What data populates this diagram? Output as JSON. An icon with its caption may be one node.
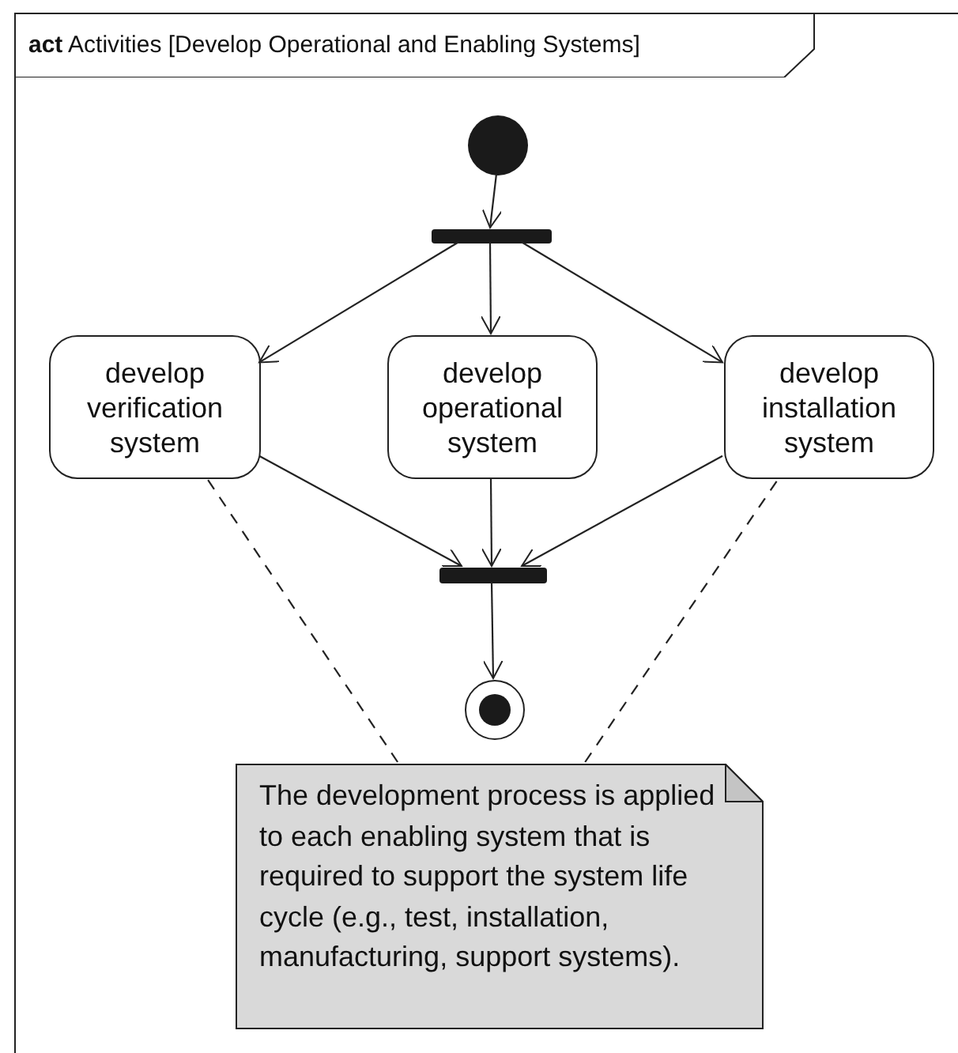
{
  "diagram": {
    "title": "**act** Activities [Develop Operational and Enabling Systems]",
    "nodes": [
      {
        "text": [],
        "shape": "box"
      },
      {
        "text": [],
        "shape": "circle",
        "in": 0
      },
      {
        "text": [],
        "shape": "bar",
        "in": 0
      },
      {
        "text": [
          "develop verification system"
        ],
        "in": 0
      },
      {
        "text": [
          "develop operational system"
        ],
        "in": 0
      },
      {
        "text": [
          "develop installation system"
        ],
        "in": 0
      },
      {
        "text": [],
        "shape": "bar",
        "in": 0
      },
      {
        "text": [],
        "shape": "circle",
        "in": 0
      },
      {
        "text": [
          "The development process is applied to each enabling system that is required to support the system life cycle (e.g., test, installation, manufacturing, support systems)."
        ],
        "in": 0
      }
    ],
    "edges": [
      {
        "from": 1,
        "to": 2,
        "arrow": "to"
      },
      {
        "from": 2,
        "to": 3,
        "arrow": "to"
      },
      {
        "from": 2,
        "to": 4,
        "arrow": "to"
      },
      {
        "from": 2,
        "to": 5,
        "arrow": "to"
      },
      {
        "from": 3,
        "to": 6,
        "arrow": "to"
      },
      {
        "from": 4,
        "to": 6,
        "arrow": "to"
      },
      {
        "from": 5,
        "to": 6,
        "arrow": "to"
      },
      {
        "from": 6,
        "to": 7,
        "arrow": "to"
      },
      {
        "from": 8,
        "to": 3,
        "arrow": "none",
        "style": "dashed"
      },
      {
        "from": 8,
        "to": 5,
        "arrow": "none",
        "style": "dashed"
      }
    ]
  }
}
